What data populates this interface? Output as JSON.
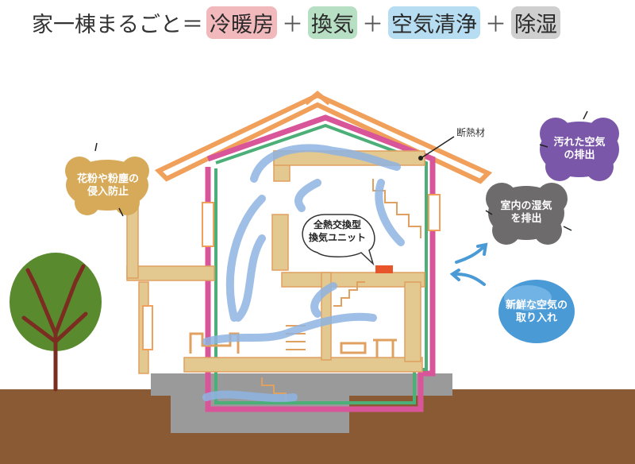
{
  "title": {
    "prefix": "家一棟まるごと＝",
    "items": [
      {
        "label": "冷暖房",
        "color": "#f2b9bd"
      },
      {
        "label": "換気",
        "color": "#b7dfc4"
      },
      {
        "label": "空気清浄",
        "color": "#b6ddf1"
      },
      {
        "label": "除湿",
        "color": "#cfcfcf"
      }
    ],
    "operator": "＋"
  },
  "labels": {
    "insulation": "断熱材",
    "unit": "全熱交換型\n換気ユニット",
    "pollen": "花粉や粉塵の\n侵入防止",
    "dirty_air": "汚れた空気\nの排出",
    "humid_air": "室内の湿気\nを排出",
    "fresh_air": "新鮮な空気の\n取り入れ"
  },
  "colors": {
    "roof_outline": "#f0a05a",
    "insulation_pink": "#d9559a",
    "insulation_green": "#4caf78",
    "wall_tan": "#e3c890",
    "ground": "#8a5a34",
    "foundation": "#9a9a9a",
    "airflow": "#8fb4e2",
    "cloud_purple": "#7a57a8",
    "cloud_gray": "#6e6b6c",
    "cloud_yellow": "#d6aa58",
    "fresh_blue": "#4a9ad6",
    "tree_green": "#5a8a2e",
    "tree_trunk": "#7a2d20"
  }
}
